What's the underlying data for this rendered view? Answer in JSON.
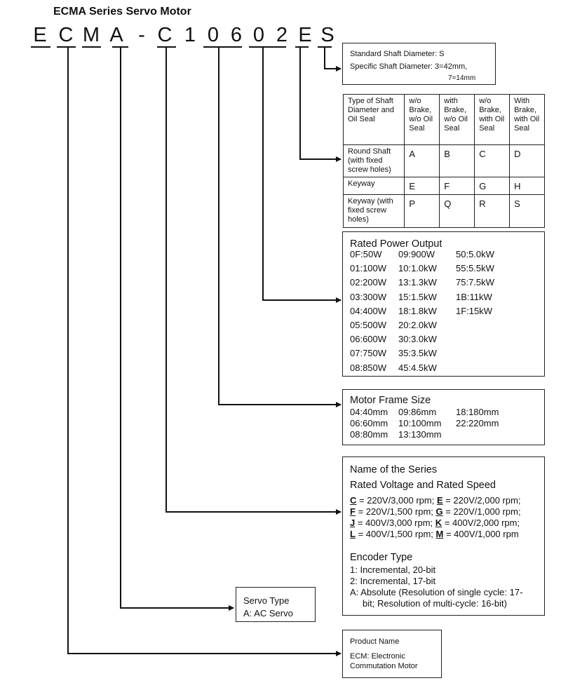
{
  "title": "ECMA Series Servo Motor",
  "code_chars": [
    "E",
    "C",
    "M",
    "A",
    "-",
    "C",
    "1",
    "0",
    "6",
    "0",
    "2",
    "E",
    "S"
  ],
  "shaft_diameter": {
    "line1": "Standard Shaft Diameter: S",
    "line2": "Specific Shaft Diameter: 3=42mm,",
    "line3": "7=14mm"
  },
  "shaft_table": {
    "header": [
      "Type of Shaft Diameter and Oil Seal",
      "w/o Brake, w/o Oil Seal",
      "with Brake, w/o Oil Seal",
      "w/o Brake, with Oil Seal",
      "With Brake, with Oil Seal"
    ],
    "rows": [
      [
        "Round Shaft (with fixed screw holes)",
        "A",
        "B",
        "C",
        "D"
      ],
      [
        "Keyway",
        "E",
        "F",
        "G",
        "H"
      ],
      [
        "Keyway (with fixed screw holes)",
        "P",
        "Q",
        "R",
        "S"
      ]
    ]
  },
  "power_output": {
    "title": "Rated Power Output",
    "rows": [
      [
        "0F:50W",
        "09:900W",
        "50:5.0kW"
      ],
      [
        "01:100W",
        "10:1.0kW",
        "55:5.5kW"
      ],
      [
        "02:200W",
        "13:1.3kW",
        "75:7.5kW"
      ],
      [
        "03:300W",
        "15:1.5kW",
        "1B:11kW"
      ],
      [
        "04:400W",
        "18:1.8kW",
        "1F:15kW"
      ],
      [
        "05:500W",
        "20:2.0kW",
        ""
      ],
      [
        "06:600W",
        "30:3.0kW",
        ""
      ],
      [
        "07:750W",
        "35:3.5kW",
        ""
      ],
      [
        "08:850W",
        "45:4.5kW",
        ""
      ]
    ]
  },
  "frame_size": {
    "title": "Motor Frame Size",
    "rows": [
      [
        "04:40mm",
        "09:86mm",
        "18:180mm"
      ],
      [
        "06:60mm",
        "10:100mm",
        "22:220mm"
      ],
      [
        "08:80mm",
        "13:130mm",
        ""
      ]
    ]
  },
  "series": {
    "title": "Name of the Series",
    "subtitle": "Rated Voltage and Rated Speed",
    "voltage_rows": [
      {
        "k1": "C",
        "v1": " = 220V/3,000 rpm; ",
        "k2": "E",
        "v2": " = 220V/2,000 rpm;"
      },
      {
        "k1": "F",
        "v1": " = 220V/1,500 rpm; ",
        "k2": "G",
        "v2": " = 220V/1,000 rpm;"
      },
      {
        "k1": "J",
        "v1": " = 400V/3,000 rpm; ",
        "k2": "K",
        "v2": " = 400V/2,000 rpm;"
      },
      {
        "k1": "L",
        "v1": " = 400V/1,500 rpm; ",
        "k2": "M",
        "v2": " = 400V/1,000 rpm"
      }
    ],
    "encoder_title": "Encoder Type",
    "encoder_lines": [
      "1: Incremental, 20-bit",
      "2: Incremental, 17-bit",
      "A: Absolute (Resolution of single cycle: 17-",
      "bit; Resolution of multi-cycle: 16-bit)"
    ]
  },
  "servo_type": {
    "title": "Servo Type",
    "value": "A: AC Servo"
  },
  "product_name": {
    "title": "Product Name",
    "line1": "ECM: Electronic",
    "line2": "Commutation Motor"
  }
}
